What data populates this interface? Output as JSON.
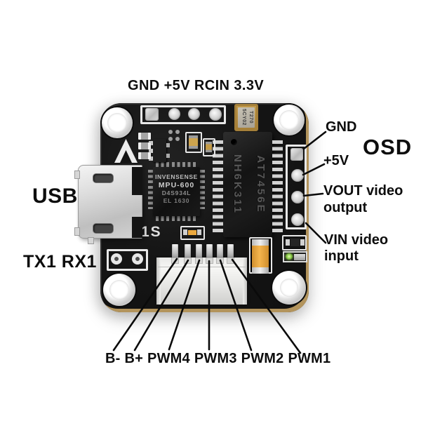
{
  "annotations": {
    "top": "GND +5V RCIN 3.3V",
    "usb": "USB",
    "uart": "TX1 RX1",
    "osd_title": "OSD",
    "right": {
      "gnd": "GND",
      "plus5v": "+5V",
      "vout1": "VOUT video",
      "vout2": "output",
      "vin1": "VIN video",
      "vin2": "input"
    },
    "bottom": [
      "B-",
      "B+",
      "PWM4",
      "PWM3",
      "PWM2",
      "PWM1"
    ]
  },
  "board_text": {
    "silkscreen": "1S",
    "mpu": [
      "INVENSENSE",
      "MPU-600",
      "D4S934L",
      "EL 1630"
    ],
    "osd_ic": [
      "AT7456E",
      "NH6K311"
    ],
    "crystal": [
      "T270",
      "5CY02"
    ]
  },
  "colors": {
    "background": "#ffffff",
    "annotation_black": "#0d0d0d",
    "pcb_edge_gold": "#b3945c",
    "silkscreen_white": "#e8e8e8",
    "capacitor_orange": "#eba93f",
    "crystal_gold": "#c29a4a",
    "led_green": "#7fbf3f"
  }
}
